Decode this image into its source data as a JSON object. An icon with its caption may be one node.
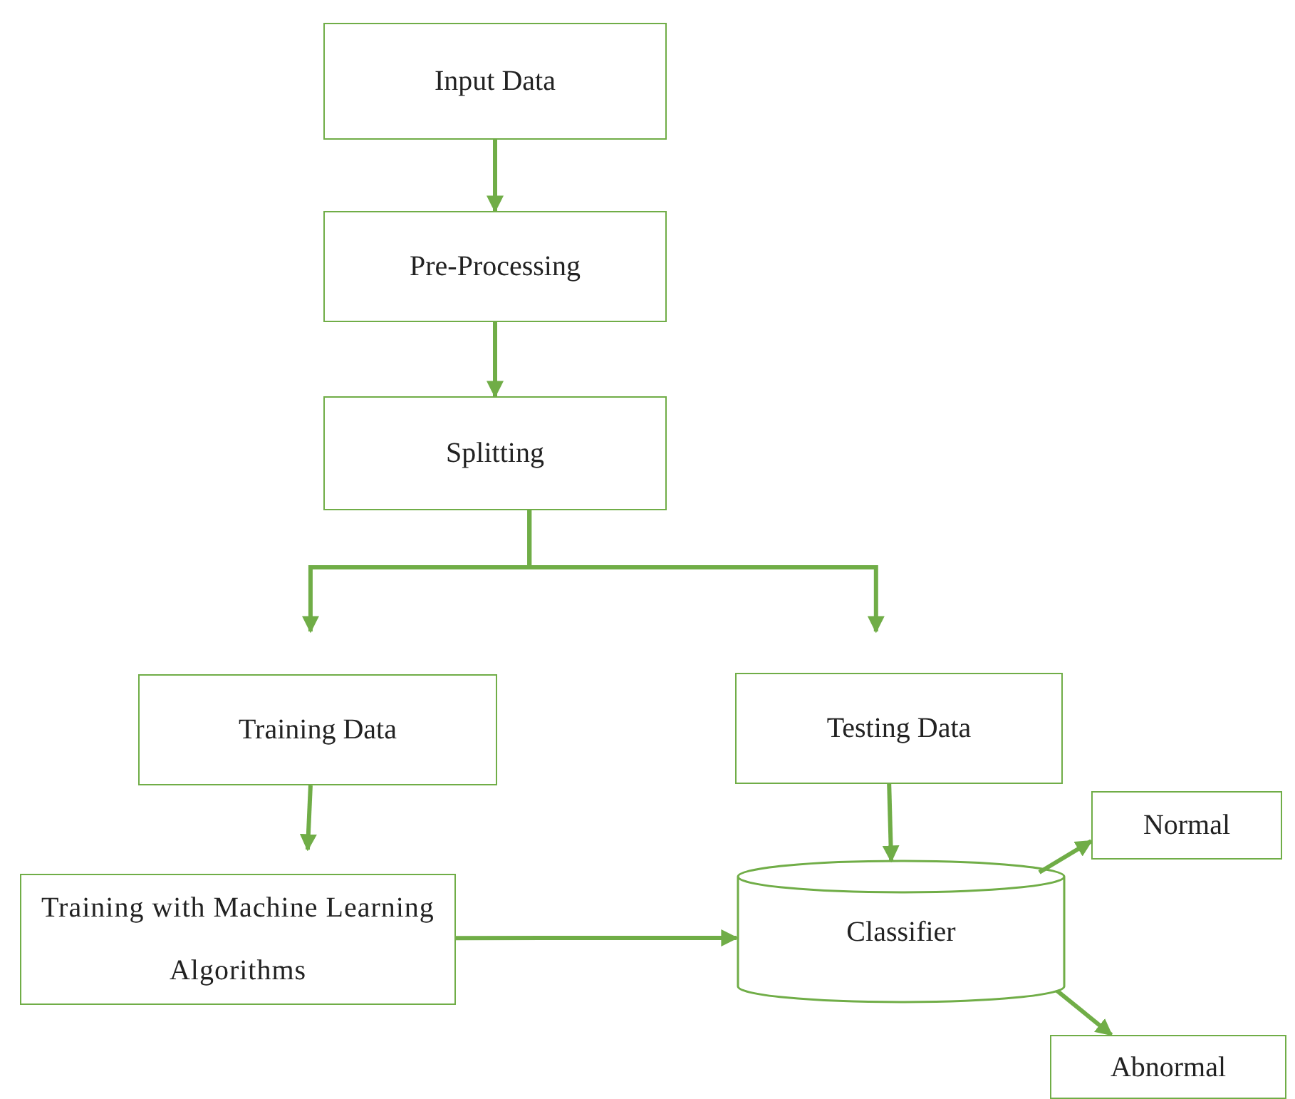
{
  "diagram": {
    "nodes": [
      {
        "text": [
          "Input Data"
        ]
      },
      {
        "text": [
          "Pre-Processing"
        ]
      },
      {
        "text": [
          "Splitting"
        ]
      },
      {
        "text": [
          "Training Data"
        ]
      },
      {
        "text": [
          "Testing Data"
        ]
      },
      {
        "text": [
          "Training with Machine Learning Algorithms"
        ]
      },
      {
        "text": [
          "Classifier"
        ]
      },
      {
        "text": [
          "Normal"
        ]
      },
      {
        "text": [
          "Abnormal"
        ]
      }
    ],
    "edges": [
      {
        "from": 0,
        "to": 1,
        "arrow": "to"
      },
      {
        "from": 1,
        "to": 2,
        "arrow": "to"
      },
      {
        "from": 2,
        "to": 3,
        "arrow": "to"
      },
      {
        "from": 2,
        "to": 4,
        "arrow": "to"
      },
      {
        "from": 3,
        "to": 5,
        "arrow": "to"
      },
      {
        "from": 4,
        "to": 6,
        "arrow": "to"
      },
      {
        "from": 5,
        "to": 6,
        "arrow": "to"
      },
      {
        "from": 6,
        "to": 7,
        "arrow": "to"
      },
      {
        "from": 6,
        "to": 8,
        "arrow": "to"
      }
    ]
  }
}
